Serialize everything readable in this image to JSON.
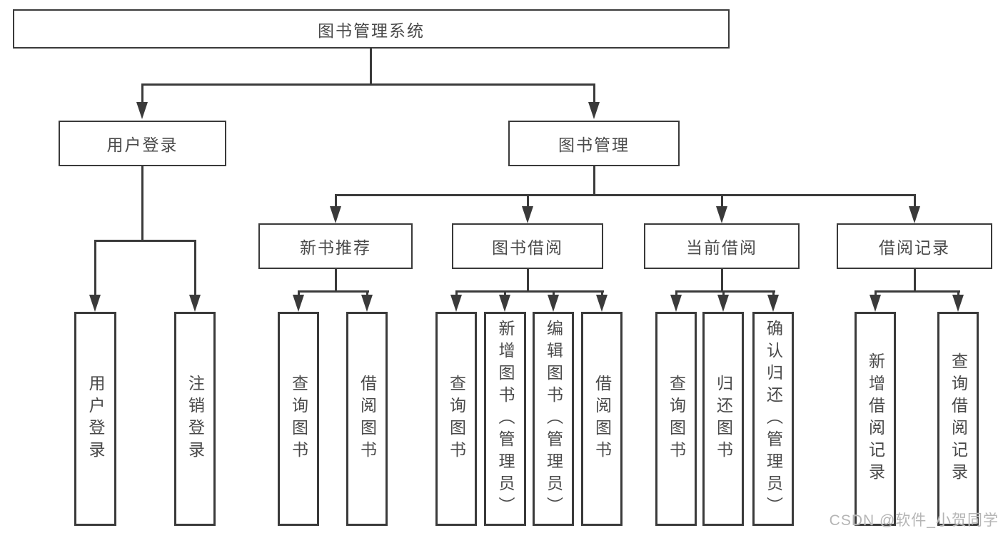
{
  "diagram": {
    "root": {
      "label": "图书管理系统"
    },
    "level2": [
      {
        "label": "用户登录"
      },
      {
        "label": "图书管理"
      }
    ],
    "level3": [
      {
        "label": "新书推荐"
      },
      {
        "label": "图书借阅"
      },
      {
        "label": "当前借阅"
      },
      {
        "label": "借阅记录"
      }
    ],
    "leaves": [
      {
        "label": "用户登录"
      },
      {
        "label": "注销登录"
      },
      {
        "label": "查询图书"
      },
      {
        "label": "借阅图书"
      },
      {
        "label": "查询图书"
      },
      {
        "label": "新增图书（管理员）"
      },
      {
        "label": "编辑图书（管理员）"
      },
      {
        "label": "借阅图书"
      },
      {
        "label": "查询图书"
      },
      {
        "label": "归还图书"
      },
      {
        "label": "确认归还（管理员）"
      },
      {
        "label": "新增借阅记录"
      },
      {
        "label": "查询借阅记录"
      }
    ]
  },
  "watermark": {
    "text": "CSDN @软件_小贺同学"
  },
  "colors": {
    "line": "#3a3a3a",
    "text": "#4a4a4a",
    "watermark": "#b5b5b5",
    "background": "#ffffff"
  }
}
